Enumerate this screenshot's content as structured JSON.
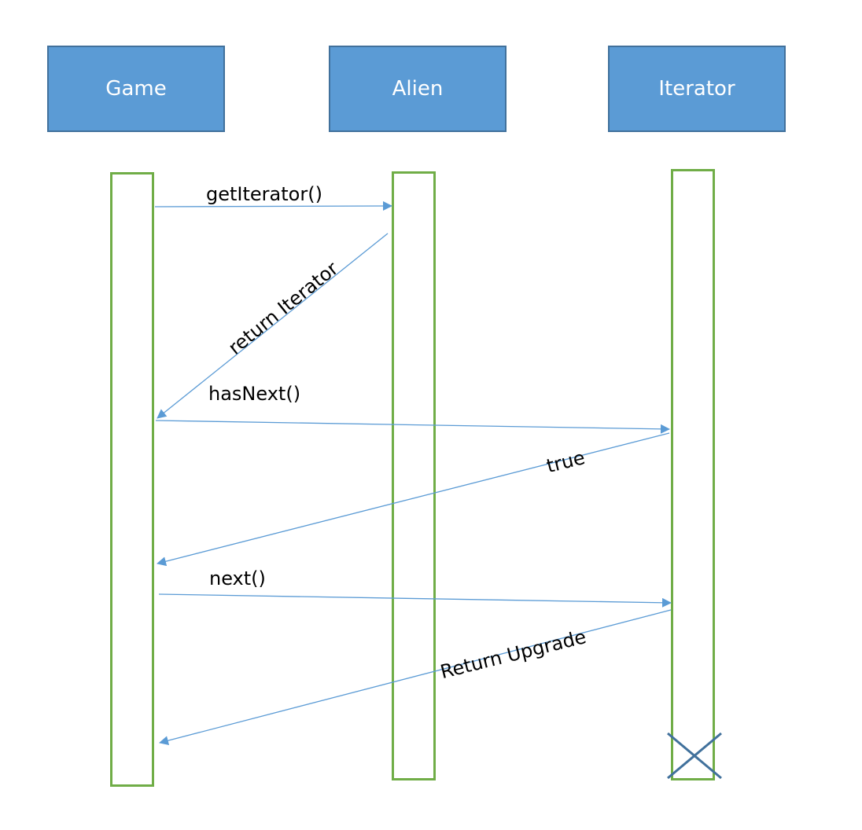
{
  "participants": [
    {
      "id": "game",
      "label": "Game"
    },
    {
      "id": "alien",
      "label": "Alien"
    },
    {
      "id": "iterator",
      "label": "Iterator"
    }
  ],
  "messages": [
    {
      "id": "get-iterator",
      "from": "game",
      "to": "alien",
      "label": "getIterator()"
    },
    {
      "id": "return-iterator",
      "from": "alien",
      "to": "game",
      "label": "return Iterator"
    },
    {
      "id": "has-next",
      "from": "game",
      "to": "iterator",
      "label": "hasNext()"
    },
    {
      "id": "true",
      "from": "iterator",
      "to": "game",
      "label": "true"
    },
    {
      "id": "next",
      "from": "game",
      "to": "iterator",
      "label": "next()"
    },
    {
      "id": "return-upgrade",
      "from": "iterator",
      "to": "game",
      "label": "Return Upgrade"
    }
  ],
  "destroyed": "iterator",
  "colors": {
    "actor_fill": "#5b9bd5",
    "actor_border": "#41719c",
    "lifeline": "#70ad47",
    "arrow": "#5b9bd5",
    "destroy_mark": "#41719c"
  }
}
